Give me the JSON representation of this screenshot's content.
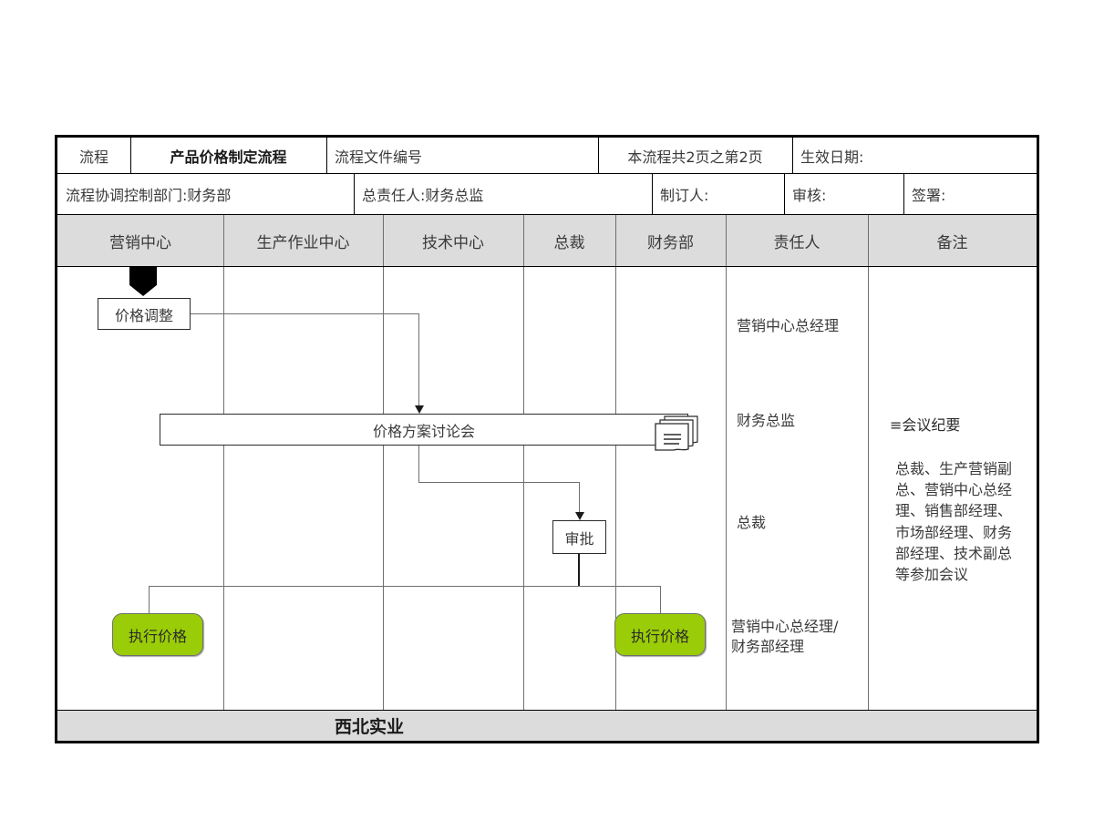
{
  "document": {
    "title_header": {
      "label_process": "流程",
      "process_name": "产品价格制定流程",
      "label_doc_no": "流程文件编号",
      "doc_no_value": "",
      "page_info": "本流程共2页之第2页",
      "label_effective_date": "生效日期:",
      "effective_date_value": ""
    },
    "control_header": {
      "coordinating_dept": "流程协调控制部门:财务部",
      "chief_responsible": "总责任人:财务总监",
      "label_drafter": "制订人:",
      "drafter_value": "",
      "label_reviewer": "审核:",
      "reviewer_value": "",
      "label_signature": "签署:",
      "signature_value": ""
    },
    "column_headers": [
      "营销中心",
      "生产作业中心",
      "技术中心",
      "总裁",
      "财务部",
      "责任人",
      "备注"
    ],
    "footer": "西北实业"
  },
  "flow": {
    "nodes": [
      {
        "id": "price-adjust",
        "label": "价格调整",
        "lane": "营销中心"
      },
      {
        "id": "price-plan-meeting",
        "label": "价格方案讨论会",
        "lane": "营销中心-财务部"
      },
      {
        "id": "approval",
        "label": "审批",
        "lane": "总裁"
      },
      {
        "id": "execute-price-left",
        "label": "执行价格",
        "lane": "营销中心",
        "style": "green"
      },
      {
        "id": "execute-price-right",
        "label": "执行价格",
        "lane": "财务部",
        "style": "green"
      }
    ],
    "icons": [
      {
        "id": "meeting-minutes-doc",
        "name": "document-stack-icon"
      },
      {
        "id": "offpage-connector",
        "name": "offpage-connector-pentagon"
      }
    ]
  },
  "responsibilities": [
    {
      "row": 1,
      "text": "营销中心总经理"
    },
    {
      "row": 2,
      "text": "财务总监"
    },
    {
      "row": 3,
      "text": "总裁"
    },
    {
      "row": 4,
      "text": "营销中心总经理/\n财务部经理"
    }
  ],
  "remarks": {
    "minutes_label": "≡会议纪要",
    "participants": "总裁、生产营销副总、营销中心总经理、销售部经理、市场部经理、财务部经理、技术副总等参加会议"
  },
  "colors": {
    "node_green": "#9ACD07",
    "header_band": "#dcdcdc",
    "border": "#000000",
    "connector": "#6f6f6f"
  }
}
